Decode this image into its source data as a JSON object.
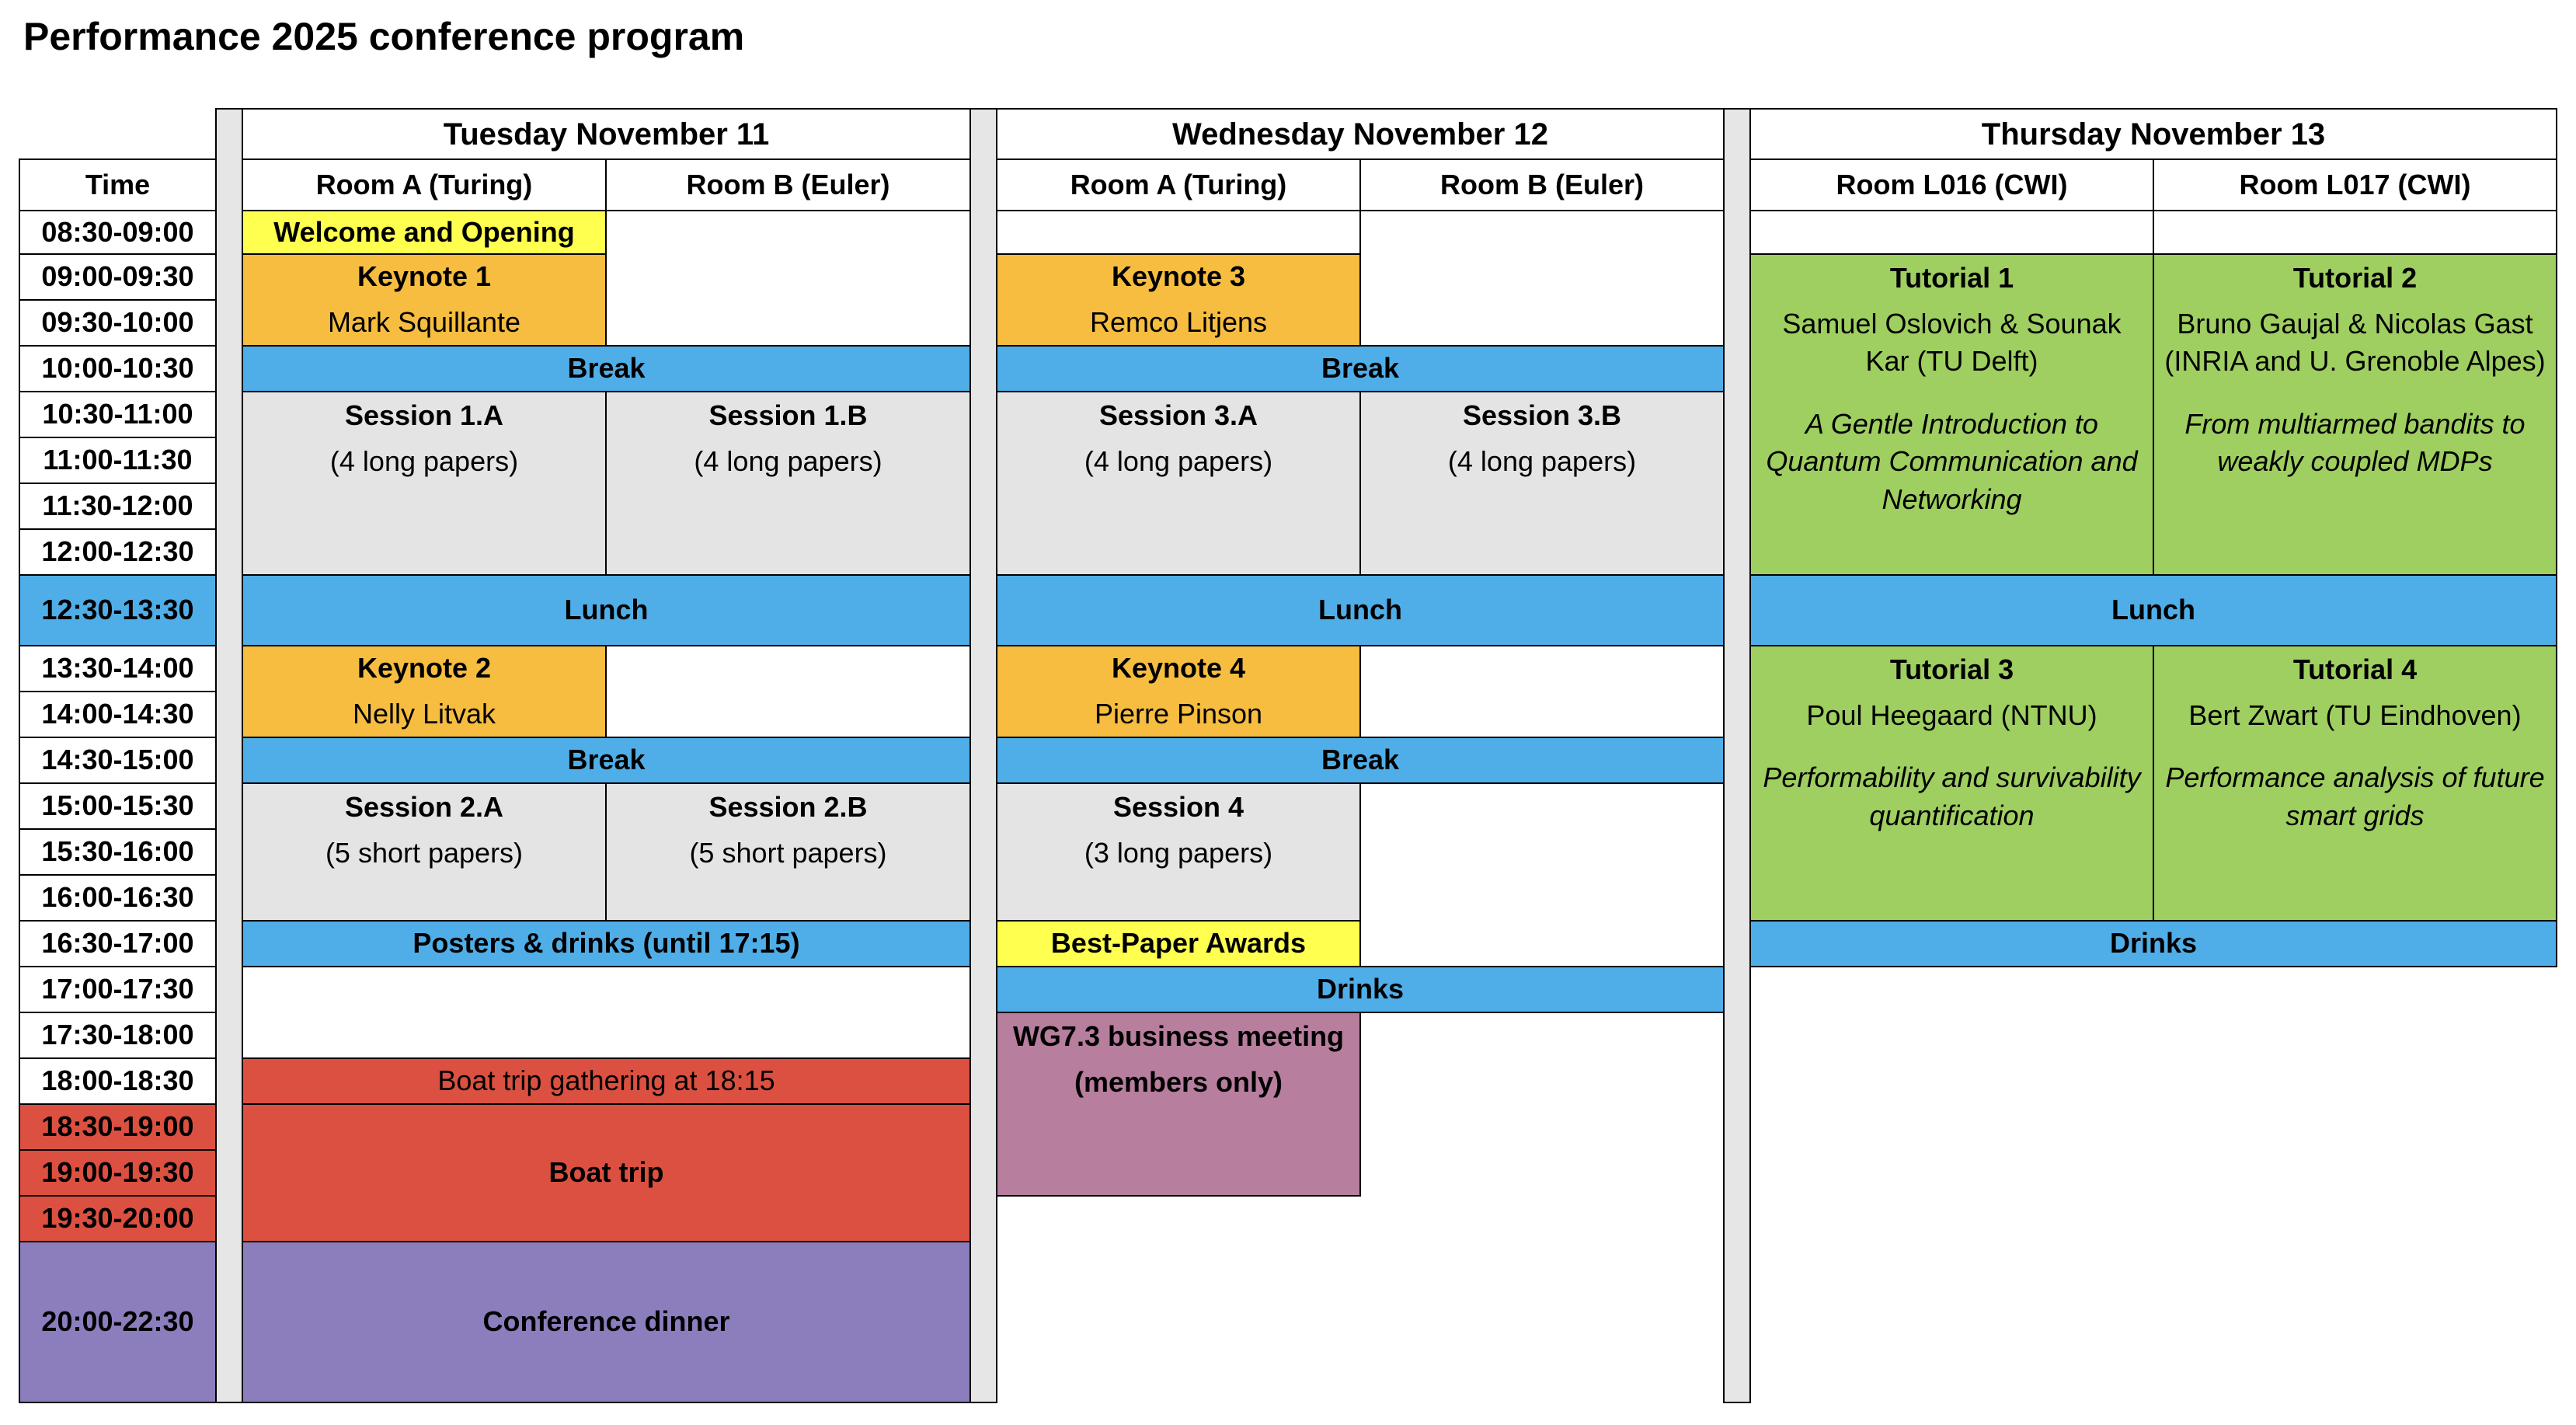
{
  "title": "Performance 2025 conference program",
  "time_header": "Time",
  "times": [
    "08:30-09:00",
    "09:00-09:30",
    "09:30-10:00",
    "10:00-10:30",
    "10:30-11:00",
    "11:00-11:30",
    "11:30-12:00",
    "12:00-12:30",
    "12:30-13:30",
    "13:30-14:00",
    "14:00-14:30",
    "14:30-15:00",
    "15:00-15:30",
    "15:30-16:00",
    "16:00-16:30",
    "16:30-17:00",
    "17:00-17:30",
    "17:30-18:00",
    "18:00-18:30",
    "18:30-19:00",
    "19:00-19:30",
    "19:30-20:00",
    "20:00-22:30"
  ],
  "time_colors": {
    "12:30-13:30": "#4faee8",
    "18:30-19:00": "#db5040",
    "19:00-19:30": "#db5040",
    "19:30-20:00": "#db5040",
    "20:00-22:30": "#8c7dbd"
  },
  "days": [
    {
      "label": "Tuesday November 11",
      "rooms": [
        "Room A (Turing)",
        "Room B (Euler)"
      ]
    },
    {
      "label": "Wednesday November 12",
      "rooms": [
        "Room A (Turing)",
        "Room B (Euler)"
      ]
    },
    {
      "label": "Thursday November 13",
      "rooms": [
        "Room L016 (CWI)",
        "Room L017 (CWI)"
      ]
    }
  ],
  "events": [
    {
      "day": 0,
      "col": "A",
      "from": 0,
      "to": 1,
      "color": "yellow",
      "lines": [
        {
          "t": "Welcome and Opening",
          "s": "b"
        }
      ]
    },
    {
      "day": 0,
      "col": "B",
      "from": 0,
      "to": 3,
      "color": "white",
      "lines": []
    },
    {
      "day": 0,
      "col": "A",
      "from": 1,
      "to": 3,
      "color": "orange",
      "lines": [
        {
          "t": "Keynote 1",
          "s": "b"
        },
        {
          "t": "Mark Squillante"
        }
      ]
    },
    {
      "day": 0,
      "col": "AB",
      "from": 3,
      "to": 4,
      "color": "blue",
      "lines": [
        {
          "t": "Break",
          "s": "b"
        }
      ]
    },
    {
      "day": 0,
      "col": "A",
      "from": 4,
      "to": 8,
      "color": "grey",
      "top": true,
      "lines": [
        {
          "t": "Session 1.A",
          "s": "b"
        },
        {
          "t": "(4 long papers)"
        }
      ]
    },
    {
      "day": 0,
      "col": "B",
      "from": 4,
      "to": 8,
      "color": "grey",
      "top": true,
      "lines": [
        {
          "t": "Session 1.B",
          "s": "b"
        },
        {
          "t": "(4 long papers)"
        }
      ]
    },
    {
      "day": 0,
      "col": "AB",
      "from": 8,
      "to": 9,
      "color": "blue",
      "lines": [
        {
          "t": "Lunch",
          "s": "b"
        }
      ]
    },
    {
      "day": 0,
      "col": "A",
      "from": 9,
      "to": 11,
      "color": "orange",
      "lines": [
        {
          "t": "Keynote 2",
          "s": "b"
        },
        {
          "t": "Nelly Litvak"
        }
      ]
    },
    {
      "day": 0,
      "col": "B",
      "from": 9,
      "to": 11,
      "color": "white",
      "lines": []
    },
    {
      "day": 0,
      "col": "AB",
      "from": 11,
      "to": 12,
      "color": "blue",
      "lines": [
        {
          "t": "Break",
          "s": "b"
        }
      ]
    },
    {
      "day": 0,
      "col": "A",
      "from": 12,
      "to": 15,
      "color": "grey",
      "top": true,
      "lines": [
        {
          "t": "Session 2.A",
          "s": "b"
        },
        {
          "t": "(5 short papers)"
        }
      ]
    },
    {
      "day": 0,
      "col": "B",
      "from": 12,
      "to": 15,
      "color": "grey",
      "top": true,
      "lines": [
        {
          "t": "Session 2.B",
          "s": "b"
        },
        {
          "t": "(5 short papers)"
        }
      ]
    },
    {
      "day": 0,
      "col": "AB",
      "from": 15,
      "to": 16,
      "color": "blue",
      "lines": [
        {
          "t": "Posters & drinks (until 17:15)",
          "s": "b"
        }
      ]
    },
    {
      "day": 0,
      "col": "AB",
      "from": 16,
      "to": 18,
      "color": "white",
      "lines": []
    },
    {
      "day": 0,
      "col": "AB",
      "from": 18,
      "to": 19,
      "color": "red",
      "lines": [
        {
          "t": "Boat trip gathering at 18:15"
        }
      ]
    },
    {
      "day": 0,
      "col": "AB",
      "from": 19,
      "to": 22,
      "color": "red",
      "lines": [
        {
          "t": "Boat trip",
          "s": "b"
        }
      ]
    },
    {
      "day": 0,
      "col": "AB",
      "from": 22,
      "to": 23,
      "color": "purple",
      "lines": [
        {
          "t": "Conference dinner",
          "s": "b"
        }
      ]
    },
    {
      "day": 1,
      "col": "A",
      "from": 0,
      "to": 1,
      "color": "white",
      "lines": []
    },
    {
      "day": 1,
      "col": "B",
      "from": 0,
      "to": 3,
      "color": "white",
      "lines": []
    },
    {
      "day": 1,
      "col": "A",
      "from": 1,
      "to": 3,
      "color": "orange",
      "lines": [
        {
          "t": "Keynote 3",
          "s": "b"
        },
        {
          "t": "Remco Litjens"
        }
      ]
    },
    {
      "day": 1,
      "col": "AB",
      "from": 3,
      "to": 4,
      "color": "blue",
      "lines": [
        {
          "t": "Break",
          "s": "b"
        }
      ]
    },
    {
      "day": 1,
      "col": "A",
      "from": 4,
      "to": 8,
      "color": "grey",
      "top": true,
      "lines": [
        {
          "t": "Session 3.A",
          "s": "b"
        },
        {
          "t": "(4 long papers)"
        }
      ]
    },
    {
      "day": 1,
      "col": "B",
      "from": 4,
      "to": 8,
      "color": "grey",
      "top": true,
      "lines": [
        {
          "t": "Session 3.B",
          "s": "b"
        },
        {
          "t": "(4 long papers)"
        }
      ]
    },
    {
      "day": 1,
      "col": "AB",
      "from": 8,
      "to": 9,
      "color": "blue",
      "lines": [
        {
          "t": "Lunch",
          "s": "b"
        }
      ]
    },
    {
      "day": 1,
      "col": "A",
      "from": 9,
      "to": 11,
      "color": "orange",
      "lines": [
        {
          "t": "Keynote 4",
          "s": "b"
        },
        {
          "t": "Pierre Pinson"
        }
      ]
    },
    {
      "day": 1,
      "col": "B",
      "from": 9,
      "to": 11,
      "color": "white",
      "lines": []
    },
    {
      "day": 1,
      "col": "AB",
      "from": 11,
      "to": 12,
      "color": "blue",
      "lines": [
        {
          "t": "Break",
          "s": "b"
        }
      ]
    },
    {
      "day": 1,
      "col": "A",
      "from": 12,
      "to": 15,
      "color": "grey",
      "top": true,
      "lines": [
        {
          "t": "Session 4",
          "s": "b"
        },
        {
          "t": "(3 long papers)"
        }
      ]
    },
    {
      "day": 1,
      "col": "B",
      "from": 12,
      "to": 16,
      "color": "white",
      "lines": []
    },
    {
      "day": 1,
      "col": "A",
      "from": 15,
      "to": 16,
      "color": "yellow",
      "lines": [
        {
          "t": "Best-Paper Awards",
          "s": "b"
        }
      ]
    },
    {
      "day": 1,
      "col": "AB",
      "from": 16,
      "to": 17,
      "color": "blue",
      "lines": [
        {
          "t": "Drinks",
          "s": "b"
        }
      ]
    },
    {
      "day": 1,
      "col": "A",
      "from": 17,
      "to": 21,
      "color": "mauve",
      "top": true,
      "lines": [
        {
          "t": "WG7.3 business meeting",
          "s": "b"
        },
        {
          "t": "(members only)",
          "s": "b"
        }
      ]
    },
    {
      "day": 2,
      "col": "A",
      "from": 0,
      "to": 1,
      "color": "white",
      "lines": []
    },
    {
      "day": 2,
      "col": "B",
      "from": 0,
      "to": 1,
      "color": "white",
      "lines": []
    },
    {
      "day": 2,
      "col": "A",
      "from": 1,
      "to": 8,
      "color": "green",
      "top": true,
      "lines": [
        {
          "t": "Tutorial 1",
          "s": "b"
        },
        {
          "t": "Samuel Oslovich & Sounak Kar (TU Delft)"
        },
        {
          "t": "",
          "s": "gap"
        },
        {
          "t": "A Gentle Introduction to Quantum Communication and Networking",
          "s": "i"
        }
      ]
    },
    {
      "day": 2,
      "col": "B",
      "from": 1,
      "to": 8,
      "color": "green",
      "top": true,
      "lines": [
        {
          "t": "Tutorial 2",
          "s": "b"
        },
        {
          "t": "Bruno Gaujal & Nicolas Gast (INRIA and U. Grenoble Alpes)"
        },
        {
          "t": "",
          "s": "gap"
        },
        {
          "t": "From multiarmed bandits to weakly coupled MDPs",
          "s": "i"
        }
      ]
    },
    {
      "day": 2,
      "col": "AB",
      "from": 8,
      "to": 9,
      "color": "blue",
      "lines": [
        {
          "t": "Lunch",
          "s": "b"
        }
      ]
    },
    {
      "day": 2,
      "col": "A",
      "from": 9,
      "to": 15,
      "color": "green",
      "top": true,
      "lines": [
        {
          "t": "Tutorial 3",
          "s": "b"
        },
        {
          "t": "Poul Heegaard (NTNU)"
        },
        {
          "t": "",
          "s": "gap"
        },
        {
          "t": "Performability and survivability quantification",
          "s": "i"
        }
      ]
    },
    {
      "day": 2,
      "col": "B",
      "from": 9,
      "to": 15,
      "color": "green",
      "top": true,
      "lines": [
        {
          "t": "Tutorial 4",
          "s": "b"
        },
        {
          "t": "Bert Zwart (TU Eindhoven)"
        },
        {
          "t": "",
          "s": "gap"
        },
        {
          "t": "Performance analysis of future smart grids",
          "s": "i"
        }
      ]
    },
    {
      "day": 2,
      "col": "AB",
      "from": 15,
      "to": 16,
      "color": "blue",
      "lines": [
        {
          "t": "Drinks",
          "s": "b"
        }
      ]
    }
  ]
}
